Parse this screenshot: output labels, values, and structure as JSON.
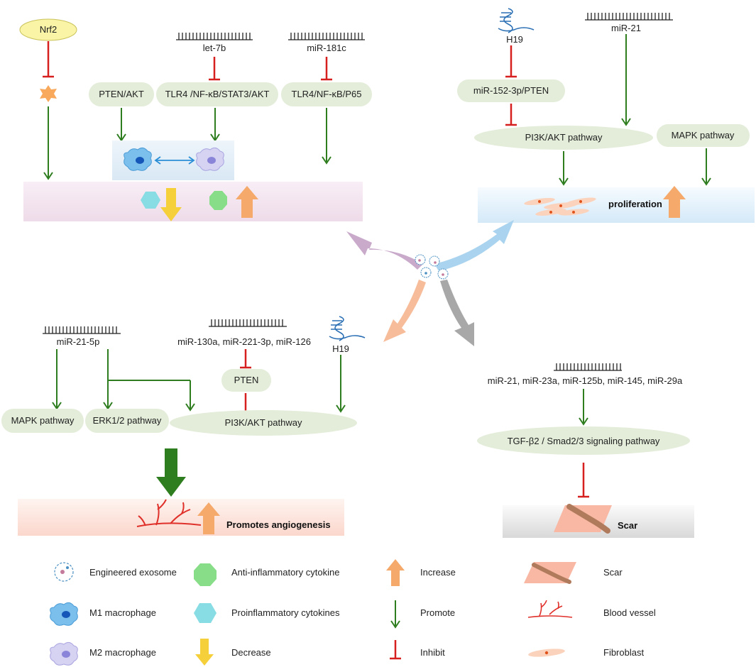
{
  "colors": {
    "pill_fill": "#e3edd9",
    "promote": "#2e7d1f",
    "inhibit": "#d61f1f",
    "bidirectional": "#2a8fd6",
    "increase": "#f5a96b",
    "decrease": "#f5d03a",
    "anti_cytokine": "#88dd88",
    "pro_cytokine": "#88dde4",
    "nrf2": "#f9f4a6",
    "inflammation_band": "#f4e6f1",
    "proliferation_band": "#e6f2fb",
    "angiogenesis_band": "#fde8e2",
    "scar_band": "#ededed",
    "arrow_inflammation": "#c9aacb",
    "arrow_proliferation": "#a9d3ee",
    "arrow_angiogenesis": "#f7bd9a",
    "arrow_scar": "#a8a8a8"
  },
  "inflammation": {
    "nrf2": "Nrf2",
    "let7b": "let-7b",
    "mir181c": "miR-181c",
    "pten_akt": "PTEN/AKT",
    "tlr4_stat3": "TLR4 /NF-κB/STAT3/AKT",
    "tlr4_p65": "TLR4/NF-κB/P65"
  },
  "proliferation": {
    "h19": "H19",
    "mir21": "miR-21",
    "mir152": "miR-152-3p/PTEN",
    "pi3k": "PI3K/AKT pathway",
    "mapk": "MAPK pathway",
    "label": "proliferation"
  },
  "angiogenesis": {
    "mir21_5p": "miR-21-5p",
    "mirs": "miR-130a, miR-221-3p, miR-126",
    "h19": "H19",
    "pten": "PTEN",
    "mapk": "MAPK pathway",
    "erk": "ERK1/2 pathway",
    "pi3k": "PI3K/AKT pathway",
    "label": "Promotes angiogenesis"
  },
  "scar": {
    "mirs": "miR-21, miR-23a, miR-125b, miR-145, miR-29a",
    "tgf": "TGF-β2 / Smad2/3 signaling pathway",
    "label": "Scar"
  },
  "legend": {
    "engineered_exosome": "Engineered exosome",
    "m1": "M1 macrophage",
    "m2": "M2 macrophage",
    "anti_cytokine": "Anti-inflammatory cytokine",
    "pro_cytokines": "Proinflammatory cytokines",
    "decrease": "Decrease",
    "increase": "Increase",
    "promote": "Promote",
    "inhibit": "Inhibit",
    "scar": "Scar",
    "blood_vessel": "Blood vessel",
    "fibroblast": "Fibroblast"
  }
}
